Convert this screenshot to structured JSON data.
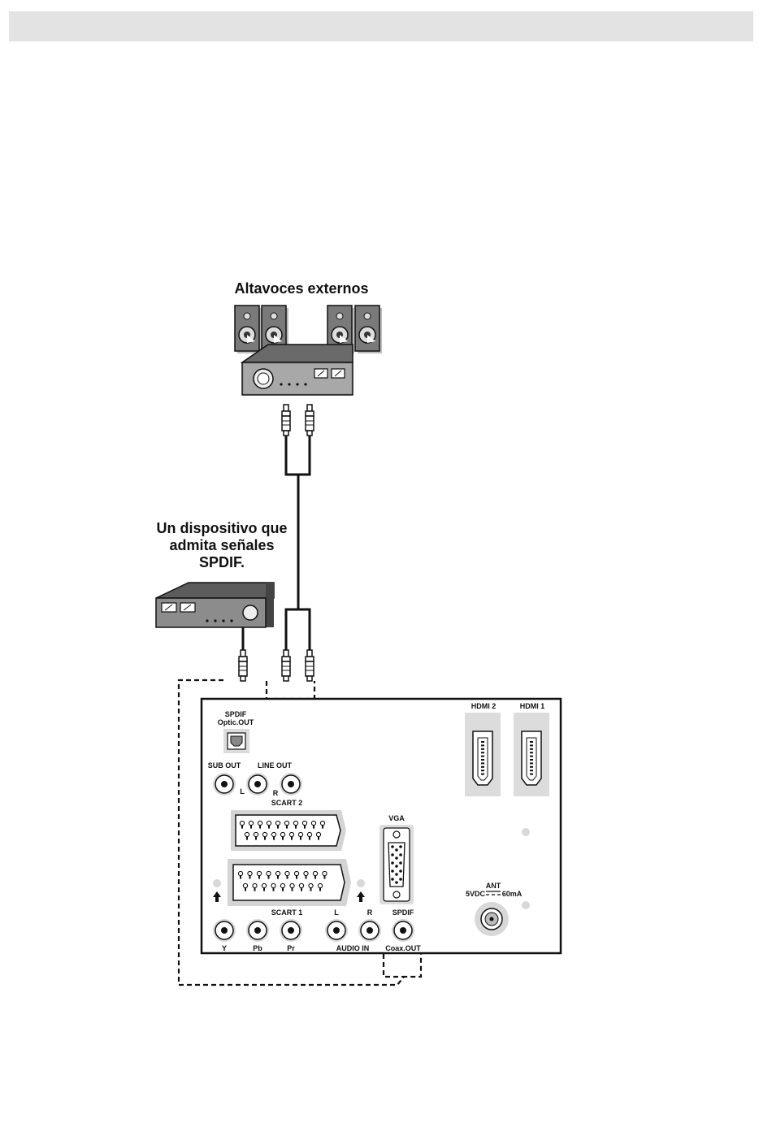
{
  "labels": {
    "speakers_title": "Altavoces externos",
    "spdif_device_line1": "Un dispositivo que",
    "spdif_device_line2": "admita señales",
    "spdif_device_line3": "SPDIF.",
    "spdif_optic_1": "SPDIF",
    "spdif_optic_2": "Optic.OUT",
    "sub_out": "SUB OUT",
    "line_out": "LINE OUT",
    "l_small": "L",
    "r_small": "R",
    "scart2": "SCART 2",
    "scart1": "SCART 1",
    "vga": "VGA",
    "hdmi2": "HDMI 2",
    "hdmi1": "HDMI 1",
    "ant": "ANT",
    "power_left": "5VDC",
    "power_right": "60mA",
    "audio_l": "L",
    "audio_r": "R",
    "spdif_coax": "SPDIF",
    "y": "Y",
    "pb": "Pb",
    "pr": "Pr",
    "audio_in": "AUDIO IN",
    "coax_out": "Coax.OUT"
  },
  "colors": {
    "ink": "#111111",
    "device_dark": "#555555",
    "device_mid": "#9a9a9a",
    "panel_bg": "#e6e6e6",
    "header_bar": "#e3e3e3"
  }
}
